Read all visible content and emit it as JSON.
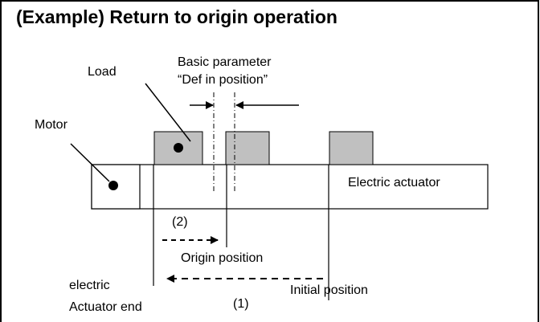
{
  "title": "(Example) Return to origin operation",
  "labels": {
    "load": "Load",
    "motor": "Motor",
    "param_line1": "Basic parameter",
    "param_line2": "“Def in position”",
    "actuator": "Electric actuator",
    "step2": "(2)",
    "origin": "Origin position",
    "initial": "Initial position",
    "step1": "(1)",
    "end_line1": "electric",
    "end_line2": "Actuator end"
  },
  "colors": {
    "block_fill": "#c0c0c0",
    "stroke": "#000000",
    "background": "#ffffff"
  }
}
